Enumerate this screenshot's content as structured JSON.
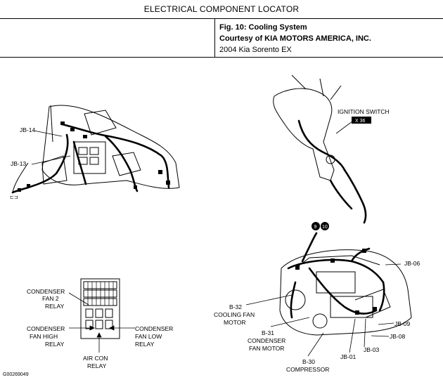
{
  "header": {
    "title": "ELECTRICAL COMPONENT LOCATOR"
  },
  "caption": {
    "fig_title": "Fig. 10: Cooling System",
    "courtesy": "Courtesy of KIA MOTORS AMERICA, INC.",
    "vehicle": "2004 Kia Sorento EX"
  },
  "labels": {
    "jb14": "JB-14",
    "jb13": "JB-13",
    "ignition_switch": "IGNITION SWITCH",
    "x36": "X 36",
    "badge_9": "9",
    "badge_10": "10",
    "jb06": "JB-06",
    "b32_a": "B-32",
    "b32_b": "COOLING FAN",
    "b32_c": "MOTOR",
    "b31_a": "B-31",
    "b31_b": "CONDENSER",
    "b31_c": "FAN MOTOR",
    "b30_a": "B-30",
    "b30_b": "COMPRESSOR",
    "jb09": "JB-09",
    "jb08": "JB-08",
    "jb03": "JB-03",
    "jb01": "JB-01",
    "cf2_a": "CONDENSER",
    "cf2_b": "FAN 2",
    "cf2_c": "RELAY",
    "cfh_a": "CONDENSER",
    "cfh_b": "FAN HIGH",
    "cfh_c": "RELAY",
    "cfl_a": "CONDENSER",
    "cfl_b": "FAN LOW",
    "cfl_c": "RELAY",
    "ac_a": "AIR CON",
    "ac_b": "RELAY",
    "image_code": "G00269049"
  }
}
